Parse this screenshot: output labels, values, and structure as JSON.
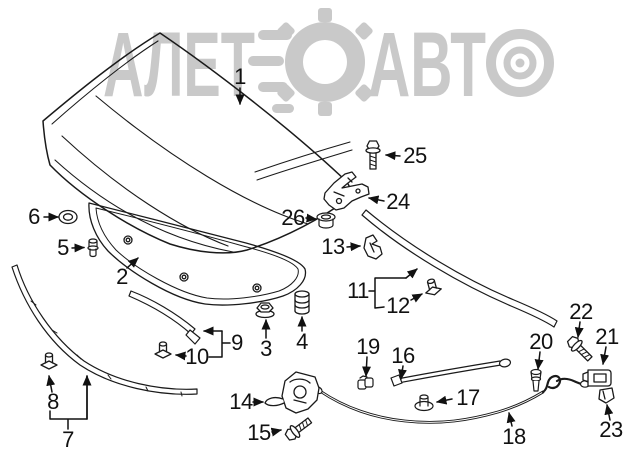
{
  "watermark": {
    "left": "АЛЕТ",
    "right": "АВТ"
  },
  "colors": {
    "line": "#1a1a1a",
    "label": "#111111",
    "watermark": "#c9c9c9"
  },
  "parts": [
    {
      "number": "1"
    },
    {
      "number": "2"
    },
    {
      "number": "3"
    },
    {
      "number": "4"
    },
    {
      "number": "5"
    },
    {
      "number": "6"
    },
    {
      "number": "7"
    },
    {
      "number": "8"
    },
    {
      "number": "9"
    },
    {
      "number": "10"
    },
    {
      "number": "11"
    },
    {
      "number": "12"
    },
    {
      "number": "13"
    },
    {
      "number": "14"
    },
    {
      "number": "15"
    },
    {
      "number": "16"
    },
    {
      "number": "17"
    },
    {
      "number": "18"
    },
    {
      "number": "19"
    },
    {
      "number": "20"
    },
    {
      "number": "21"
    },
    {
      "number": "22"
    },
    {
      "number": "23"
    },
    {
      "number": "24"
    },
    {
      "number": "25"
    },
    {
      "number": "26"
    }
  ]
}
